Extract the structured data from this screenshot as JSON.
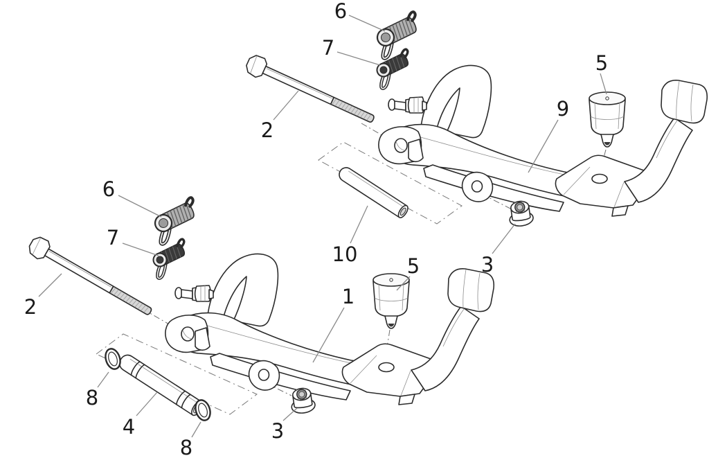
{
  "figure": {
    "kind": "exploded-parts-diagram",
    "subject": "scooter center stand assembly, two stand variants with fasteners",
    "background_color": "#ffffff",
    "line_color": "#2b2b2b",
    "label_color": "#1a1a1a",
    "leader_color": "#8a8a8a",
    "thread_shade_color": "#d6d6d6",
    "spring_dark_color": "#3a3a3a",
    "spring_light_color": "#b0b0b0"
  },
  "callouts": {
    "spring_outer_top": "6",
    "spring_inner_top": "7",
    "bolt_top": "2",
    "buffer_right": "5",
    "stand_right": "9",
    "nut_right": "3",
    "pin_center": "10",
    "spring_outer_left": "6",
    "spring_inner_left": "7",
    "bolt_left": "2",
    "stand_main": "1",
    "buffer_center": "5",
    "oring_left": "8",
    "pin_lower": "4",
    "oring_right": "8",
    "nut_lower": "3"
  },
  "part_numbers_visible": [
    "1",
    "2",
    "3",
    "4",
    "5",
    "6",
    "7",
    "8",
    "9",
    "10"
  ]
}
